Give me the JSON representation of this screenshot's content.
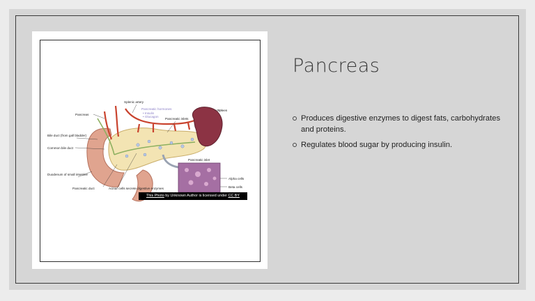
{
  "slide": {
    "title": "Pancreas",
    "bullets": [
      {
        "text": "Produces digestive enzymes to digest fats, carbohydrates and proteins."
      },
      {
        "text": "Regulates blood sugar by producing insulin."
      }
    ]
  },
  "figure": {
    "labels": {
      "splenic_artery": "Splenic artery",
      "pancreatic_hormones": "Pancreatic hormones",
      "insulin": "• Insulin",
      "glucagon": "• Glucagon",
      "pancreatic_islets": "Pancreatic islets",
      "spleen": "Spleen",
      "pancreas": "Pancreas",
      "bile_duct": "Bile duct (from gall bladder)",
      "common_bile_duct": "Common bile duct",
      "duodenum": "Duodenum of small intestine",
      "pancreatic_duct": "Pancreatic duct",
      "acinar_cells": "Acinar cells secrete digestive enzymes",
      "pancreatic_islet": "Pancreatic islet",
      "alpha_cells": "Alpha cells",
      "beta_cells": "Beta cells"
    },
    "attribution": {
      "link_text": "This Photo",
      "middle_text": " by Unknown Author is licensed under ",
      "license_text": "CC BY"
    }
  }
}
